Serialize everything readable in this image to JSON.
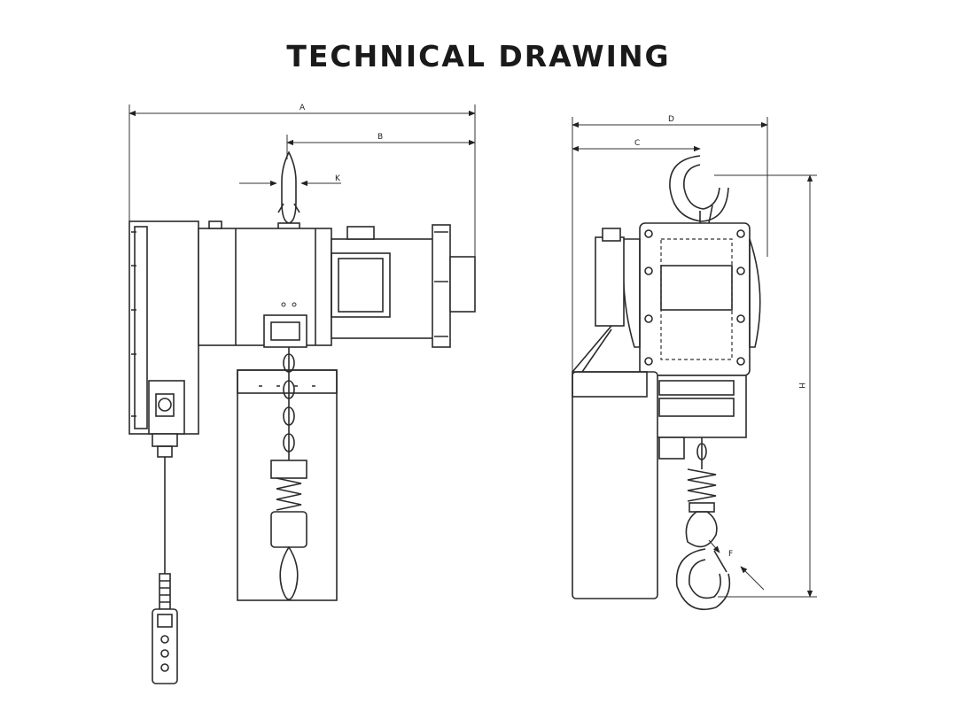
{
  "title": "TECHNICAL DRAWING",
  "dimensions": {
    "front": {
      "A": "A",
      "B": "B",
      "K": "K"
    },
    "side": {
      "D": "D",
      "C": "C",
      "H": "H",
      "F": "F"
    }
  }
}
